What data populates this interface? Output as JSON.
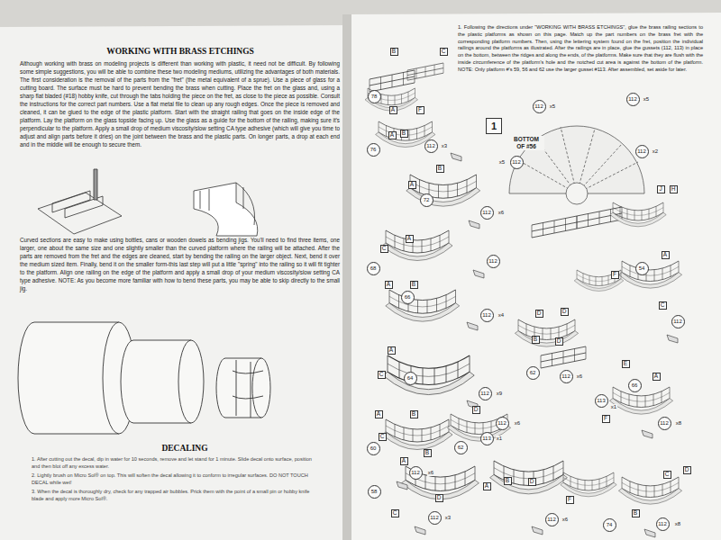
{
  "diagram": {
    "title": "WORKING WITH BRASS ETCHINGS",
    "nodes": [
      {
        "text": [
          "1"
        ]
      },
      {
        "text": [
          "B"
        ]
      },
      {
        "text": [
          "C"
        ]
      },
      {
        "text": [
          "78"
        ]
      },
      {
        "text": [
          "A"
        ]
      },
      {
        "text": [
          "F"
        ]
      },
      {
        "text": [
          "A"
        ]
      },
      {
        "text": [
          "B"
        ]
      },
      {
        "text": [
          "76"
        ]
      },
      {
        "text": [
          "112"
        ]
      },
      {
        "text": [
          "112"
        ]
      },
      {
        "text": [
          "112"
        ]
      },
      {
        "text": [
          "112"
        ]
      },
      {
        "text": [
          "112"
        ]
      },
      {
        "text": [
          "B"
        ]
      },
      {
        "text": [
          "A"
        ]
      },
      {
        "text": [
          "72"
        ]
      },
      {
        "text": [
          "112"
        ]
      },
      {
        "text": [
          "J"
        ]
      },
      {
        "text": [
          "H"
        ]
      },
      {
        "text": [
          "A"
        ]
      },
      {
        "text": [
          "C"
        ]
      },
      {
        "text": [
          "68"
        ]
      },
      {
        "text": [
          "112"
        ]
      },
      {
        "text": [
          "A"
        ]
      },
      {
        "text": [
          "54"
        ]
      },
      {
        "text": [
          "F"
        ]
      },
      {
        "text": [
          "A"
        ]
      },
      {
        "text": [
          "B"
        ]
      },
      {
        "text": [
          "66"
        ]
      },
      {
        "text": [
          "C"
        ]
      },
      {
        "text": [
          "D"
        ]
      },
      {
        "text": [
          "D"
        ]
      },
      {
        "text": [
          "112"
        ]
      },
      {
        "text": [
          "112"
        ]
      },
      {
        "text": [
          "B"
        ]
      },
      {
        "text": [
          "D"
        ]
      },
      {
        "text": [
          "A"
        ]
      },
      {
        "text": [
          "E"
        ]
      },
      {
        "text": [
          "62"
        ]
      },
      {
        "text": [
          "C"
        ]
      },
      {
        "text": [
          "112"
        ]
      },
      {
        "text": [
          "A"
        ]
      },
      {
        "text": [
          "64"
        ]
      },
      {
        "text": [
          "66"
        ]
      },
      {
        "text": [
          "112"
        ]
      },
      {
        "text": [
          "113"
        ]
      },
      {
        "text": [
          "D"
        ]
      },
      {
        "text": [
          "A"
        ]
      },
      {
        "text": [
          "B"
        ]
      },
      {
        "text": [
          "F"
        ]
      },
      {
        "text": [
          "112"
        ]
      },
      {
        "text": [
          "112"
        ]
      },
      {
        "text": [
          "C"
        ]
      },
      {
        "text": [
          "113"
        ]
      },
      {
        "text": [
          "62"
        ]
      },
      {
        "text": [
          "60"
        ]
      },
      {
        "text": [
          "B"
        ]
      },
      {
        "text": [
          "A"
        ]
      },
      {
        "text": [
          "112"
        ]
      },
      {
        "text": [
          "C"
        ]
      },
      {
        "text": [
          "D"
        ]
      },
      {
        "text": [
          "B"
        ]
      },
      {
        "text": [
          "D"
        ]
      },
      {
        "text": [
          "A"
        ]
      },
      {
        "text": [
          "58"
        ]
      },
      {
        "text": [
          "D"
        ]
      },
      {
        "text": [
          "F"
        ]
      },
      {
        "text": [
          "C"
        ]
      },
      {
        "text": [
          "B"
        ]
      },
      {
        "text": [
          "112"
        ]
      },
      {
        "text": [
          "112"
        ]
      },
      {
        "text": [
          "112"
        ]
      },
      {
        "text": [
          "74"
        ]
      }
    ],
    "labels": [
      "Although working with brass on modeling projects is different than working with plastic, it need not be difficult. By following some simple suggestions, you will be able to combine these two modeling mediums, utilizing the advantages of both materials. The first consideration is the removal of the parts from the \"fret\" (the metal equivalent of a sprue). Use a piece of glass for a cutting board. The surface must be hard to prevent bending the brass when cutting. Place the fret on the glass and, using a sharp flat bladed (#18) hobby knife, cut through the tabs holding the piece on the fret, as close to the piece as possible. Consult the instructions for the correct part numbers. Use a flat metal file to clean up any rough edges. Once the piece is removed and cleaned, it can be glued to the edge of the plastic platform. Start with the straight railing that goes on the inside edge of the platform. Lay the platform on the glass topside facing up. Use the glass as a guide for the bottom of the railing, making sure it's perpendicular to the platform. Apply a small drop of medium viscosity/slow setting CA type adhesive (which will give you time to adjust and align parts before it dries) on the joint between the brass and the plastic parts. On longer parts, a drop at each end and in the middle will be enough to secure them.",
      "Curved sections are easy to make using bottles, cans or wooden dowels as bending jigs. You'll need to find three items, one larger, one about the same size and one slightly smaller than the curved platform where the railing will be attached. After the parts are removed from the fret and the edges are cleaned, start by bending the railing on the larger object. Next, bend it over the medium sized item. Finally, bend it on the smaller form-this last step will put a little \"spring\" into the railing so it will fit tighter to the platform. Align one railing on the edge of the platform and apply a small drop of your medium viscosity/slow setting CA type adhesive. NOTE: As you become more familiar with how to bend these parts, you may be able to skip directly to the small jig.",
      "DECALING",
      "1. After cutting out the decal, dip in water for 10 seconds, remove and let stand for 1 minute. Slide decal onto surface, position and then blot off any excess water.",
      "2. Lightly brush on Micro Sol® on top. This will soften the decal allowing it to conform to irregular surfaces. DO NOT TOUCH DECAL while wet!",
      "3. When the decal is thoroughly dry, check for any trapped air bubbles. Prick them with the point of a small pin or hobby knife blade and apply more Micro Sol®.",
      "1. Following the directions under \"WORKING WITH BRASS ETCHINGS\", glue the brass railing sections to the plastic platforms as shown on this page. Match up the part numbers on the brass fret with the corresponding platform numbers. Then, using the lettering system found on the fret, position the individual railings around the platforms as illustrated. After the railings are in place, glue the gussets (112, 113) in place on the bottom, between the ridges and along the ends, of the platforms. Make sure that they are flush with the inside circumference of the platform's hole and the notched cut area is against the bottom of the platform. NOTE: Only platform #'s 59, 56 and 62 use the larger gusset #113. After assembled, set aside for later.",
      "BOTTOM OF #56",
      "x3",
      "x5",
      "x5",
      "x5",
      "x2",
      "x6",
      "x4",
      "x6",
      "x9",
      "x1",
      "x8",
      "x6",
      "x1",
      "x6",
      "x3",
      "x6",
      "x8"
    ]
  }
}
